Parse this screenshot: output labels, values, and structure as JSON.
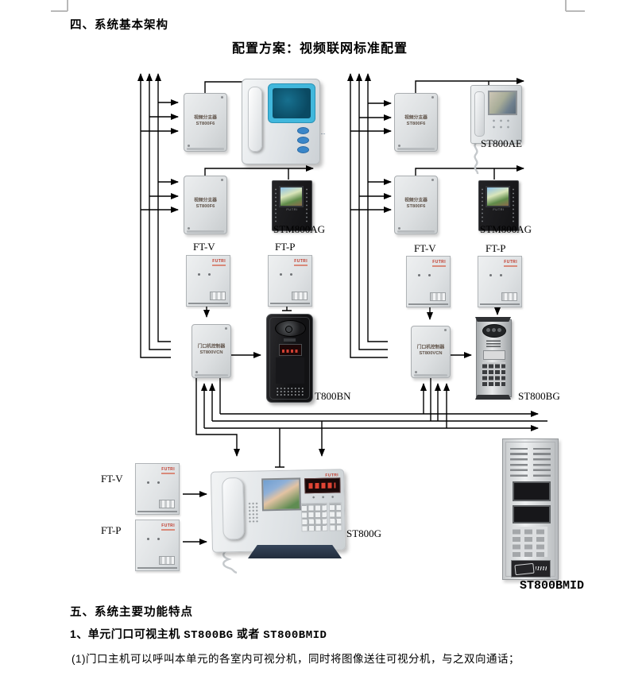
{
  "document": {
    "section4_heading": "四、系统基本架构",
    "diagram_title": "配置方案：视频联网标准配置",
    "section5_heading": "五、系统主要功能特点",
    "feature_item": {
      "prefix": "1、单元门口可视主机",
      "model_a": "ST800BG",
      "conjunction": "或者",
      "model_b": "ST800BMID"
    },
    "feature_desc": "(1)门口主机可以呼叫本单元的各室内可视分机，同时将图像送往可视分机，与之双向通话；"
  },
  "diagram": {
    "brand": "FUTRI",
    "splitter": {
      "name": "视频分支器",
      "model": "ST800F6"
    },
    "controller": {
      "name": "门口机控制器",
      "model": "ST800VCN"
    },
    "labels": {
      "indoor_wall_monitor": "ST800AE",
      "indoor_monitor_small": "STM800AG",
      "ftv": "FT-V",
      "ftp": "FT-P",
      "door_station_black": "T800BN",
      "door_station_silver": "ST800BG",
      "guard_console": "ST800G",
      "door_panel_mid": "ST800BMID"
    }
  }
}
